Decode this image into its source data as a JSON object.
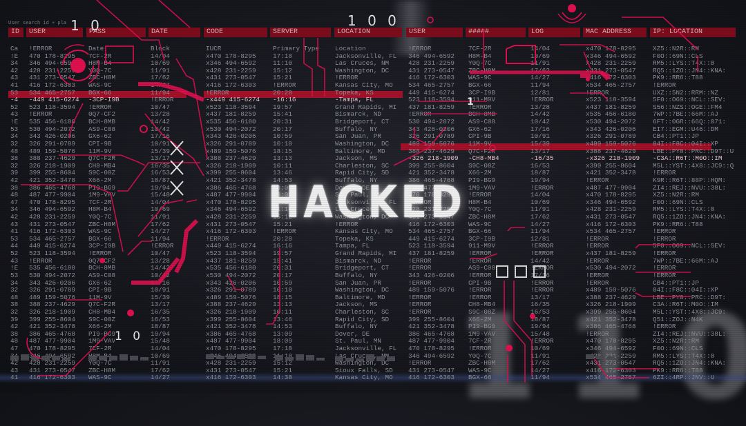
{
  "overlay": {
    "search_caption": "User search id + pla",
    "counter_top_left": "1 0",
    "counter_top_center": "1 0 0",
    "counter_bottom": "1 0",
    "marker": "1",
    "headline": "HACKED",
    "ghost_text": "110"
  },
  "colors": {
    "accent_red": "#b0102a",
    "header_red": "#7d0c1c",
    "circuit_pink": "#e0104f",
    "text_gray": "#8d9097",
    "background": "#17181e"
  },
  "headers": [
    "ID",
    "USER",
    "PASS",
    "DATE",
    "CODE",
    "SERVER",
    "LOCATION",
    "USER",
    "#####",
    "LOG",
    "MAC ADDRESS",
    "IP: LOCATION"
  ],
  "columns": {
    "id": [
      "Ca",
      "!E",
      "34",
      "42",
      "43",
      "41",
      "53",
      "-4",
      "52",
      "43",
      "!E",
      "53",
      "34",
      "32",
      "48",
      "38",
      "32",
      "39",
      "42",
      "38",
      "48",
      "47",
      "34",
      "42",
      "43",
      "41",
      "53",
      "44",
      "52",
      "43",
      "!E",
      "53",
      "34",
      "32",
      "48",
      "38",
      "32",
      "39",
      "42",
      "38",
      "48",
      "47",
      "34",
      "42",
      "43",
      "41"
    ],
    "user": [
      "!ERROR",
      "470 178-8295",
      "346 494-6592",
      "428 231-2259",
      "431 273-0547",
      "416 172-6303",
      "534 465-2757",
      "-449 415-6274",
      "523 118-3594",
      "!ERROR",
      "535 456-6180",
      "530 494-2072",
      "343 426-0206",
      "326 291-0789",
      "489 159-5076",
      "388 237-4629",
      "326 218-1909",
      "399 255-8604",
      "421 352-3478",
      "386 465-4768",
      "487 477-9904",
      "470 178-8295",
      "346 494-6592",
      "428 231-2259",
      "431 273-0547",
      "416 172-6303",
      "534 465-2757",
      "449 415-6274",
      "523 118-3594",
      "!ERROR",
      "535 456-6180",
      "530 494-2072",
      "343 426-0206",
      "326 291-0789",
      "489 159-5076",
      "388 237-4629",
      "326 218-1909",
      "399 255-8604",
      "421 352-3478",
      "386 465-4768",
      "487 477-9904",
      "470 178-8295",
      "346 494-6592",
      "428 231-2259",
      "431 273-0547",
      "416 172-6303"
    ],
    "pass": [
      "Date",
      "7CF-2R",
      "H8M-B4",
      "Y0Q-7C",
      "ZBC-H8M",
      "WAS-9C",
      "BGX-66",
      "-3CP-I9B",
      "!ERROR",
      "0Q7-CF2",
      "BCH-8MB",
      "AS9-C08",
      "GX6-62",
      "CPI-9B",
      "11M-9V",
      "Q7C-F2R",
      "CH8-MB4",
      "S9C-08Z",
      "X66-2M",
      "PI9-BG9",
      "1M9-VAV",
      "7CF-2R",
      "H8M-B4",
      "Y0Q-7C",
      "ZBC-H8M",
      "WAS-9C",
      "BGX-66",
      "3CP-I9B",
      "!ERROR",
      "0Q7-CF2",
      "BCH-8MB",
      "AS9-C08",
      "GX6-62",
      "CPI-9B",
      "11M-9V",
      "Q7C-F2R",
      "CH8-MB4",
      "S9C-08Z",
      "X66-2M",
      "PI9-BG9",
      "1M9-VAV",
      "7CF-2R",
      "H8M-B4",
      "Y0Q-7C",
      "ZBC-H8M",
      "WAS-9C"
    ],
    "date": [
      "Block",
      "14/04",
      "10/69",
      "11/91",
      "17/62",
      "14/27",
      "11/94",
      "!ERROR",
      "10/47",
      "13/28",
      "14/42",
      "10/42",
      "17/16",
      "10/91",
      "15/39",
      "13/17",
      "16/35",
      "16/53",
      "18/87",
      "19/94",
      "15/48",
      "14/04",
      "10/69",
      "11/91",
      "17/62",
      "14/27",
      "11/94",
      "!ERROR",
      "10/47",
      "13/28",
      "14/42",
      "10/42",
      "17/16",
      "10/91",
      "15/39",
      "13/17",
      "16/35",
      "16/53",
      "18/87",
      "19/94",
      "15/48",
      "14/04",
      "10/69",
      "11/91",
      "17/62",
      "14/27"
    ],
    "code": [
      "IUCR",
      "x470 178-8295",
      "x346 494-6592",
      "x428 231-2259",
      "x431 273-0547",
      "x416 172-6303",
      "!ERROR",
      "-x449 415-6274",
      "x523 118-3594",
      "x437 181-8259",
      "x535 456-6180",
      "x530 494-2072",
      "x343 426-0206",
      "x326 291-0789",
      "x489 159-5076",
      "x388 237-4629",
      "x326 218-1909",
      "x399 255-8604",
      "x421 352-3478",
      "x386 465-4768",
      "x487 477-9904",
      "x470 178-8295",
      "x346 494-6592",
      "x428 231-2259",
      "x431 273-0547",
      "x416 172-6303",
      "!ERROR",
      "x449 415-6274",
      "x523 118-3594",
      "x437 181-8259",
      "x535 456-6180",
      "x530 494-2072",
      "x343 426-0206",
      "x326 291-0789",
      "x489 159-5076",
      "x388 237-4629",
      "x326 218-1909",
      "x399 255-8604",
      "x421 352-3478",
      "x386 465-4768",
      "x487 477-9904",
      "x470 178-8295",
      "x346 494-6592",
      "x428 231-2259",
      "x431 273-0547",
      "x416 172-6303"
    ],
    "server": [
      "Primary Type",
      "17:18",
      "11:10",
      "15:12",
      "15:21",
      "!ERROR",
      "20:28",
      "-16:16",
      "19:57",
      "15:41",
      "20:31",
      "20:17",
      "10:59",
      "10:10",
      "18:15",
      "13:13",
      "10:11",
      "13:46",
      "14:53",
      "13:09",
      "18:09",
      "17:18",
      "11:10",
      "15:12",
      "15:21",
      "!ERROR",
      "20:28",
      "16:16",
      "19:57",
      "15:41",
      "20:31",
      "20:17",
      "10:59",
      "10:10",
      "18:15",
      "13:13",
      "10:11",
      "13:46",
      "14:53",
      "13:09",
      "18:09",
      "17:18",
      "11:10",
      "15:12",
      "15:21",
      "14:38"
    ],
    "location": [
      "Location",
      "Jacksonville, FL",
      "Las Cruces, NM",
      "Washington, DC",
      "!ERROR",
      "Kansas City, MO",
      "Topeka, KS",
      "-Tampa, FL",
      "Grand Rapids, MI",
      "Bismarck, ND",
      "Bridgeport, CT",
      "Buffalo, NY",
      "San Juan, PR",
      "Washington, DC",
      "Baltimore, MD",
      "Jackson, MS",
      "Charleston, SC",
      "Rapid City, SD",
      "Buffalo, NY",
      "Dover, DE",
      "St. Paul, MN",
      "Jacksonville, FL",
      "Las Cruces, NM",
      "Washington, DC",
      "!ERROR",
      "Kansas City, MO",
      "Topeka, KS",
      "Tampa, FL",
      "Grand Rapids, MI",
      "Bismarck, ND",
      "Bridgeport, CT",
      "Buffalo, NY",
      "San Juan, PR",
      "Washington, DC",
      "Baltimore, MD",
      "Jackson, MS",
      "Charleston, SC",
      "Rapid City, SD",
      "Buffalo, NY",
      "Dover, DE",
      "St. Paul, MN",
      "Jacksonville, FL",
      "Las Cruces, NM",
      "Washington, DC",
      "Sioux Falls, SD",
      "Kansas City, MO"
    ],
    "user2": [
      "!ERROR",
      "346 494-6592",
      "428 231-2259",
      "431 273-0547",
      "416 172-6303",
      "534 465-2757",
      "449 415-6274",
      "523 118-3594",
      "437 181-8259",
      "!ERROR",
      "530 494-2072",
      "343 426-0206",
      "326 291-0789",
      "489 159-5076",
      "388 237-4629",
      "-326 218-1909",
      "399 255-8604",
      "421 352-3478",
      "386 465-4768",
      "487 477-9904",
      "470 178-8295",
      "!ERROR",
      "428 231-2259",
      "431 273-0547",
      "416 172-6303",
      "534 465-2757",
      "449 415-6274",
      "523 118-3594",
      "437 181-8259",
      "!ERROR",
      "!ERROR",
      "343 426-0206",
      "!ERROR",
      "489 159-5076",
      "!ERROR",
      "!ERROR",
      "!ERROR",
      "399 255-8604",
      "421 352-3478",
      "386 465-4768",
      "487 477-9904",
      "470 178-8295",
      "346 494-6592",
      "!ERROR",
      "431 273-0547",
      "416 172-6303"
    ],
    "hash": [
      "7CF-2R",
      "H8M-B4",
      "Y0Q-7C",
      "ZBC-H8M",
      "WAS-9C",
      "BGX-66",
      "3CP-I9B",
      "911-M9V",
      "!ERROR",
      "BCH-8MB",
      "AS9-C08",
      "GX6-62",
      "CPI-9B",
      "11M-9V",
      "Q7C-F2R",
      "-CH8-MB4",
      "S9C-08Z",
      "X66-2M",
      "PI9-BG9",
      "1M9-VAV",
      "!ERROR",
      "H8M-B4",
      "Y0Q-7C",
      "ZBC-H8M",
      "WAS-9C",
      "BGX-66",
      "3CP-I9B",
      "911-M9V",
      "!ERROR",
      "!ERROR",
      "AS9-C08",
      "!ERROR",
      "CPI-9B",
      "!ERROR",
      "!ERROR",
      "CH8-MB4",
      "S9C-08Z",
      "X66-2M",
      "PI9-BG9",
      "1M9-VAV",
      "7CF-2R",
      "!ERROR",
      "Y0Q-7C",
      "ZBC-H8M",
      "WAS-9C",
      "BGX-66"
    ],
    "log": [
      "14/04",
      "10/69",
      "11/91",
      "17/62",
      "14/27",
      "11/94",
      "12/81",
      "!ERROR",
      "13/28",
      "14/42",
      "10/42",
      "17/16",
      "10/91",
      "15/39",
      "13/17",
      "-16/35",
      "16/53",
      "18/87",
      "19/94",
      "!ERROR",
      "14/04",
      "10/69",
      "11/91",
      "17/62",
      "14/27",
      "11/94",
      "12/81",
      "!ERROR",
      "!ERROR",
      "14/42",
      "!ERROR",
      "17/16",
      "!ERROR",
      "!ERROR",
      "13/17",
      "16/35",
      "16/53",
      "18/87",
      "19/94",
      "15/48",
      "!ERROR",
      "10/69",
      "11/91",
      "17/62",
      "14/27",
      "11/94"
    ],
    "mac": [
      "x470 178-8295",
      "x346 494-6592",
      "x428 231-2259",
      "x431 273-0547",
      "x416 172-6303",
      "x534 465-2757",
      "!ERROR",
      "x523 118-3594",
      "x437 181-8259",
      "x535 456-6180",
      "x530 494-2072",
      "x343 426-0206",
      "x326 291-0789",
      "x489 159-5076",
      "x388 237-4629",
      "-x326 218-1909",
      "x399 255-8604",
      "x421 352-3478",
      "!ERROR",
      "x487 477-9904",
      "x470 178-8295",
      "x346 494-6592",
      "x428 231-2259",
      "x431 273-0547",
      "x416 172-6303",
      "x534 465-2757",
      "!ERROR",
      "!ERROR",
      "x437 181-8259",
      "!ERROR",
      "x530 494-2072",
      "!ERROR",
      "!ERROR",
      "x489 159-5076",
      "x388 237-4629",
      "x326 218-1909",
      "x399 255-8604",
      "x421 352-3478",
      "x386 465-4768",
      "!ERROR",
      "x470 178-8295",
      "x346 494-6592",
      "x428 231-2259",
      "x431 273-0547",
      "x416 172-6303",
      "x534 465-2757"
    ],
    "ip": [
      "XZ5::N2R::RM",
      "F0O::69N::CLS",
      "RM5::LYS::T4X::8",
      "RQ5::1ZO::JN4::KNA:",
      "PK9::RR6::T88",
      "!ERROR",
      "UXZ::5N2::RRM::NZ",
      "5F0::O69::NCL::SEV:",
      "S56::NZS::OGE::FM4",
      "7WP::7BE::66M::AJ",
      "6FT::0GR::66Q::071:",
      "EI7::EGM::U46::DM",
      "CB4::PT1::JP",
      "04I::F8C::04I::XP",
      "LBE::PY8::PRC::D9T::U",
      "-C3A::R6T::M0O::IM",
      "M5L::YST::4X8::JC9::Q",
      "!ERROR",
      "K9R::R6T::88P::HQM:",
      "ZI4::REJ::NVU::38L:",
      "XZ5::N2R::RM",
      "F0O::69N::CLS",
      "RM5::LYS::T4X::8",
      "RQ5::1ZO::JN4::KNA:",
      "PK9::RR6::T88",
      "!ERROR",
      "!ERROR",
      "5F0::O69::NCL::SEV:",
      "!ERROR",
      "7WP::7BE::66M::AJ",
      "!ERROR",
      "!ERROR",
      "CB4::PT1::JP",
      "04I::F8C::04I::XP",
      "LBE::PY8::PRC::D9T:",
      "C3A::R6T::M0O::IM",
      "M5L::YST::4X8::JC9:",
      "Q51::ZOJ::N4K",
      "!ERROR",
      "ZI4::REJ::NVU::38L:",
      "XZ5::N2R::RM",
      "F0O::69N::CLS",
      "RM5::LYS::T4X::8",
      "RQ5::1ZO::JN4::KNA:",
      "PK9::RR6::T88",
      "6ZI::4RP::JNV::U"
    ]
  }
}
